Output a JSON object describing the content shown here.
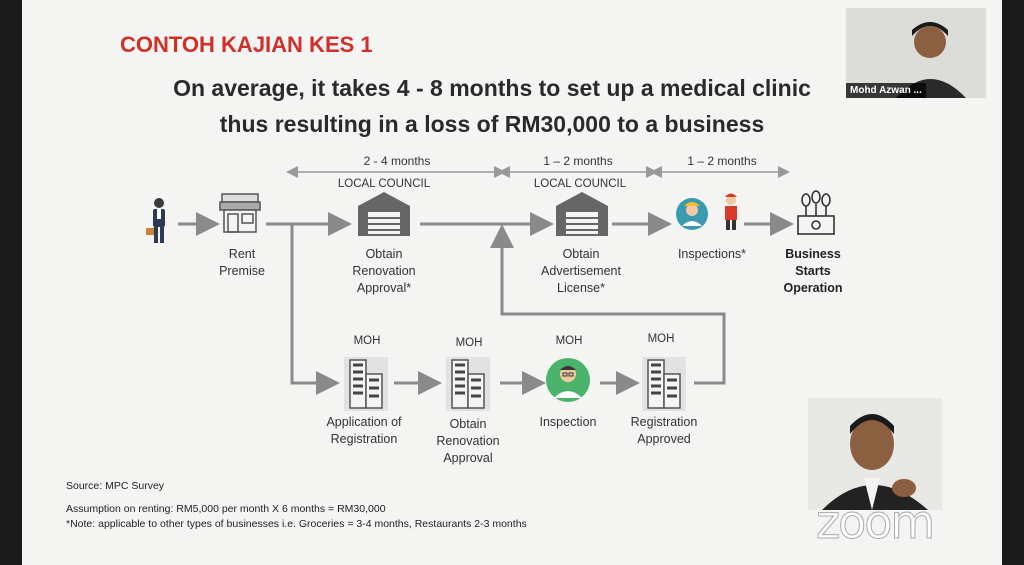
{
  "slide": {
    "case_title": "CONTOH KAJIAN KES 1",
    "headline_line1": "On average, it takes 4 - 8 months to set up a medical clinic",
    "headline_line2": "thus resulting in a loss of RM30,000 to a business",
    "durations": [
      "2 - 4 months",
      "1 – 2 months",
      "1 – 2 months"
    ],
    "orgs": {
      "local_council_1": "LOCAL COUNCIL",
      "local_council_2": "LOCAL COUNCIL",
      "moh_1": "MOH",
      "moh_2": "MOH",
      "moh_3": "MOH",
      "moh_4": "MOH"
    },
    "steps": {
      "rent": [
        "Rent",
        "Premise"
      ],
      "renovation_approval": [
        "Obtain",
        "Renovation",
        "Approval*"
      ],
      "advertisement_license": [
        "Obtain",
        "Advertisement",
        "License*"
      ],
      "inspections": "Inspections*",
      "business_starts": [
        "Business",
        "Starts",
        "Operation"
      ],
      "application": [
        "Application of",
        "Registration"
      ],
      "moh_renovation": [
        "Obtain",
        "Renovation",
        "Approval"
      ],
      "moh_inspection": "Inspection",
      "registration_approved": [
        "Registration",
        "Approved"
      ]
    },
    "notes": {
      "source": "Source: MPC Survey",
      "assumption": "Assumption on renting: RM5,000 per month X 6 months = RM30,000",
      "note": "*Note: applicable to other types of businesses i.e. Groceries  = 3-4 months, Restaurants 2-3 months"
    }
  },
  "video": {
    "participant_name": "Mohd Azwan ...",
    "watermark": "zoom"
  },
  "colors": {
    "title_red": "#d0302a",
    "arrow_gray": "#8a8a8a",
    "building_gray": "#707070"
  }
}
